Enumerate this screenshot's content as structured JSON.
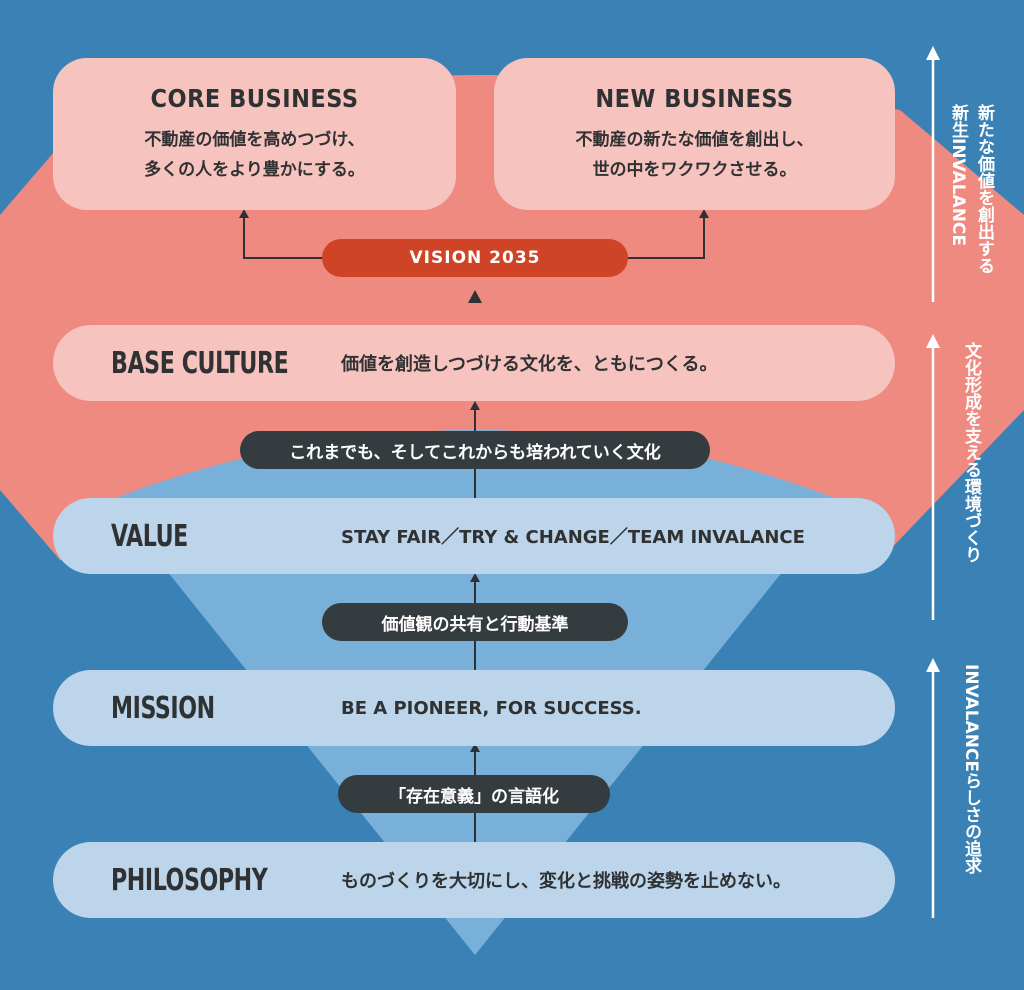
{
  "top_cards": [
    {
      "title": "CORE BUSINESS",
      "desc": "不動産の価値を高めつづけ、\n多くの人をより豊かにする。"
    },
    {
      "title": "NEW BUSINESS",
      "desc": "不動産の新たな価値を創出し、\n世の中をワクワクさせる。"
    }
  ],
  "vision": "VISION 2035",
  "layers": {
    "base_culture": {
      "name": "BASE CULTURE",
      "text": "価値を創造しつづける文化を、ともにつくる。"
    },
    "value": {
      "name": "VALUE",
      "text": "STAY FAIR／TRY & CHANGE／TEAM INVALANCE"
    },
    "mission": {
      "name": "MISSION",
      "text": "BE A PIONEER, FOR SUCCESS."
    },
    "philosophy": {
      "name": "PHILOSOPHY",
      "text": "ものづくりを大切にし、変化と挑戦の姿勢を止めない。"
    }
  },
  "connectors": {
    "culture": "これまでも、そしてこれからも培われていく文化",
    "values": "価値観の共有と行動基準",
    "purpose": "「存在意義」の言語化"
  },
  "side_labels": {
    "top": "新たな価値を創出する\n新生INVALANCE",
    "middle": "文化形成を支える環境づくり",
    "bottom": "INVALANCEらしさの追求"
  },
  "colors": {
    "background_blue": "#3a82b6",
    "salmon": "#ef8a80",
    "light_pink": "#f6c3be",
    "light_blue": "#bcd5ea",
    "vision_red": "#cf4426",
    "dark_pill": "#353c40"
  }
}
